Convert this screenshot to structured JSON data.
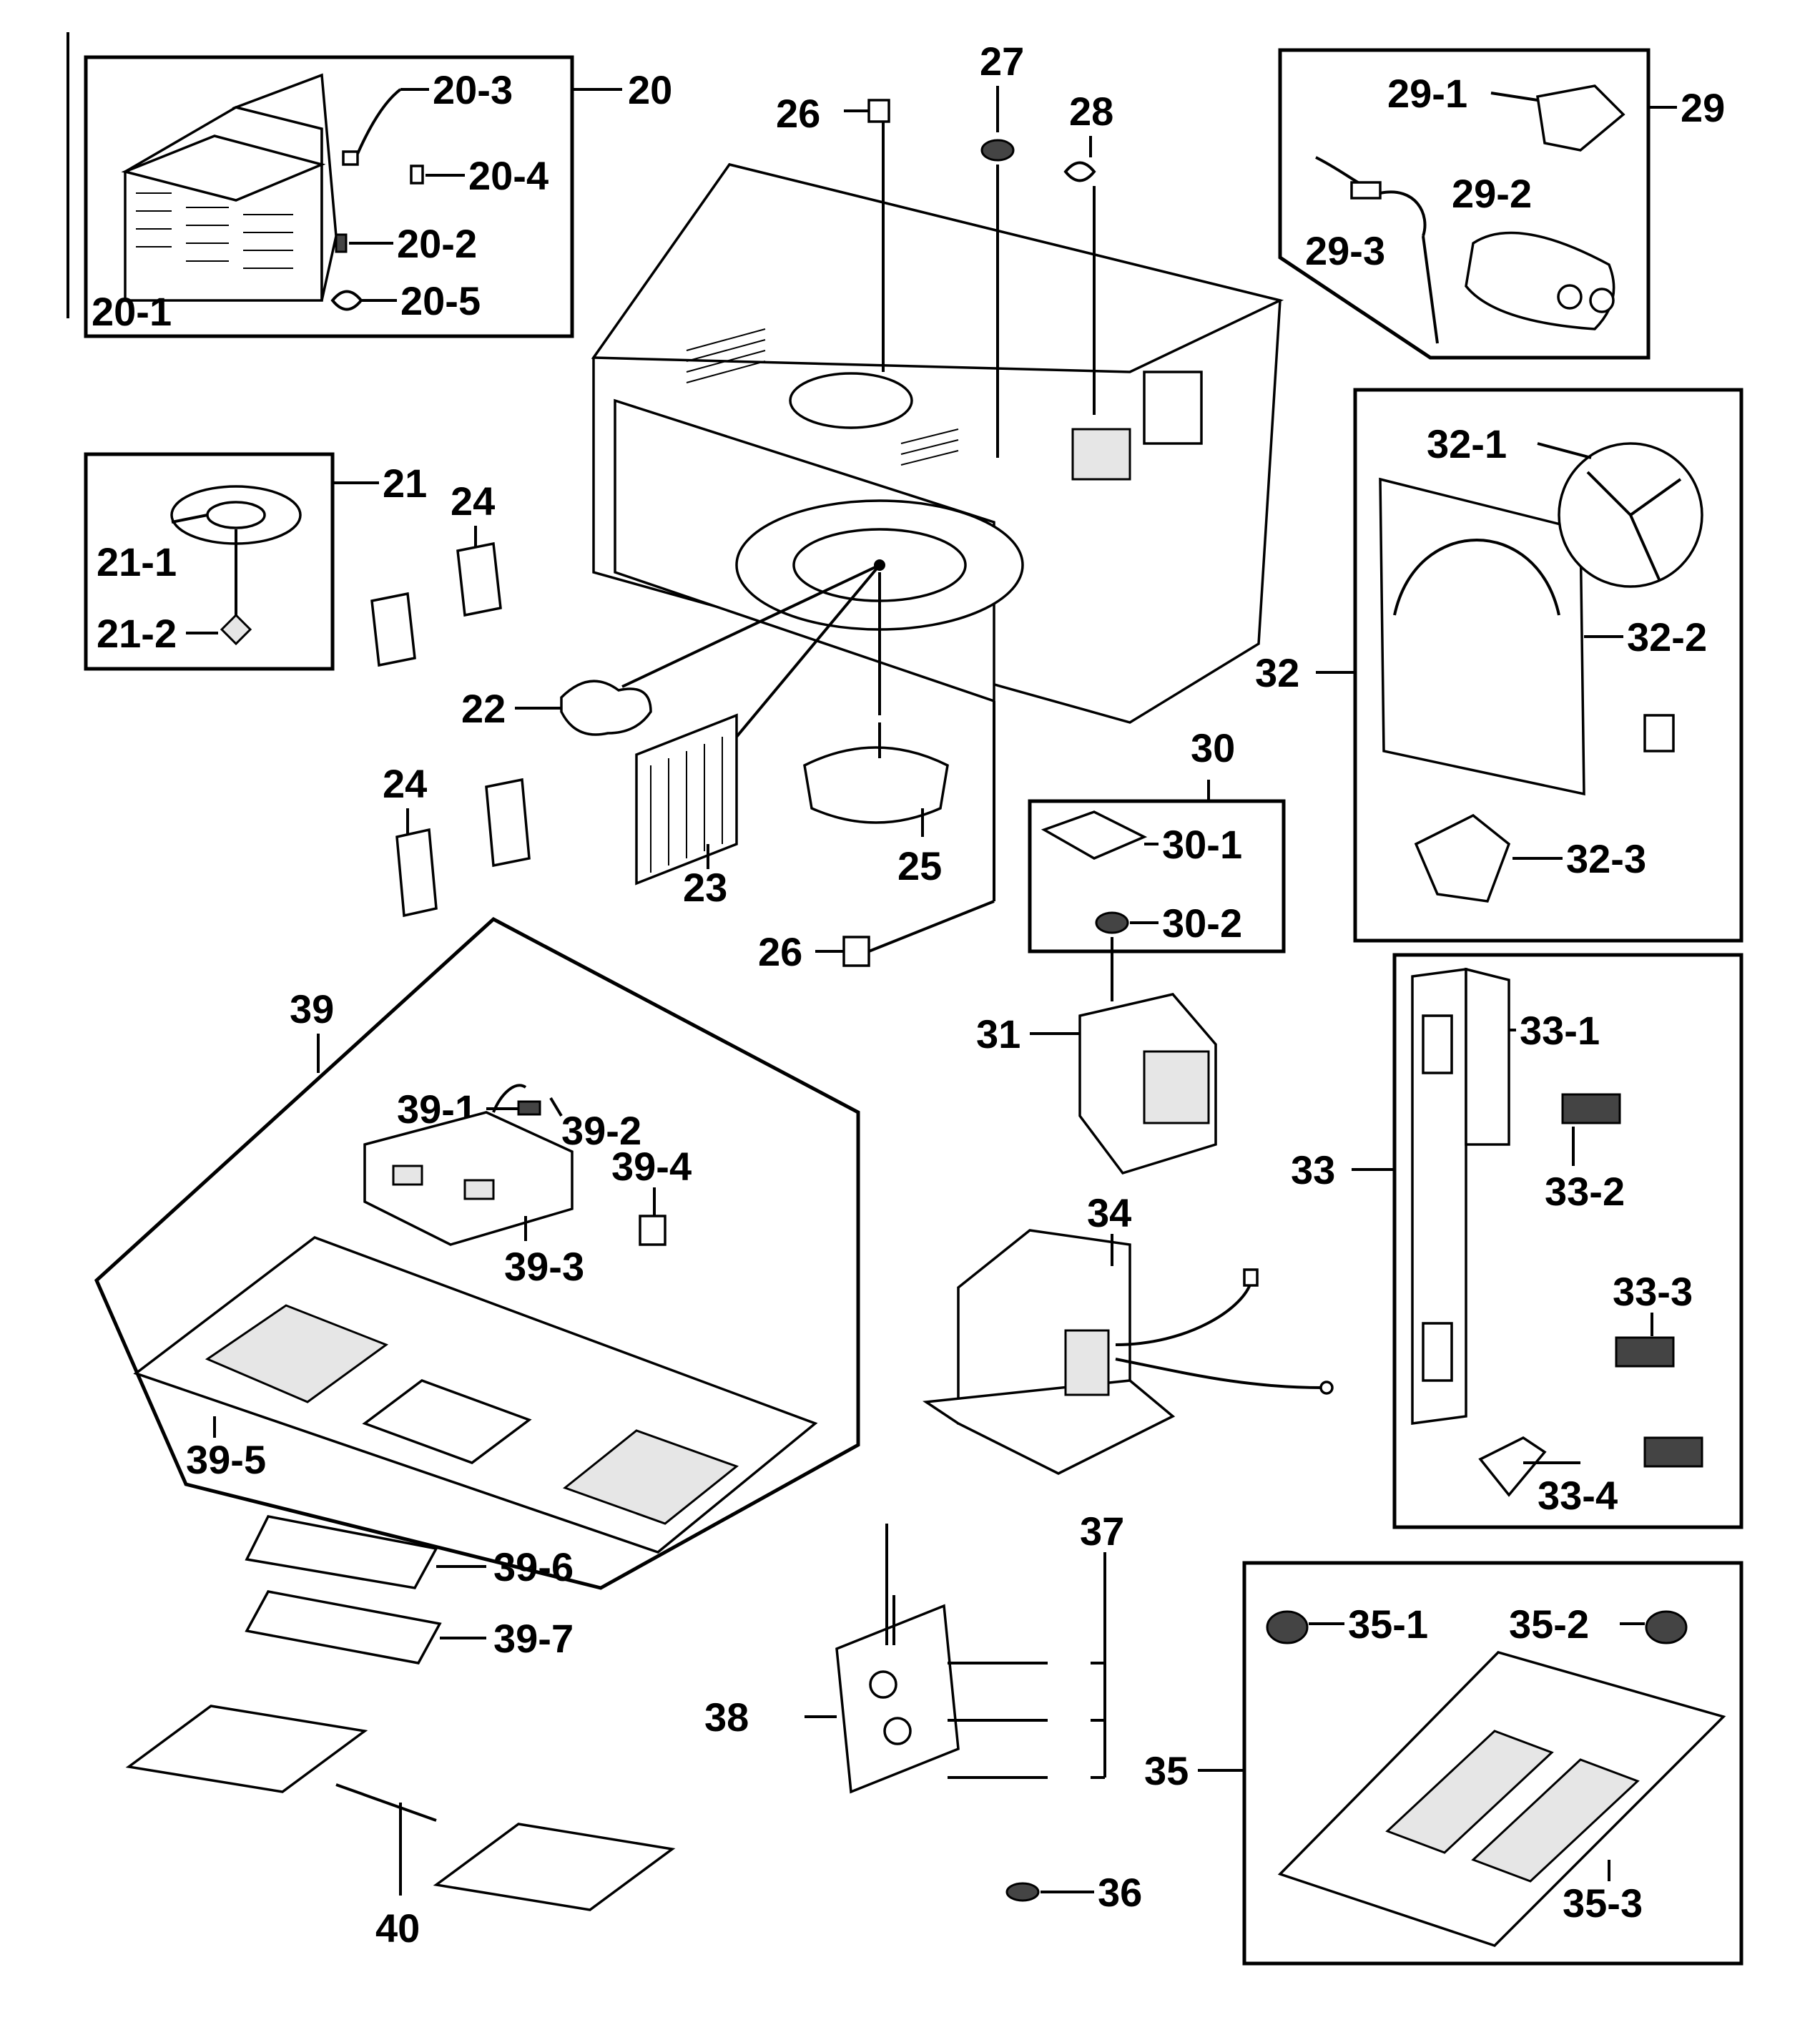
{
  "callouts": {
    "c20": "20",
    "c20_1": "20-1",
    "c20_2": "20-2",
    "c20_3": "20-3",
    "c20_4": "20-4",
    "c20_5": "20-5",
    "c21": "21",
    "c21_1": "21-1",
    "c21_2": "21-2",
    "c22": "22",
    "c23": "23",
    "c24a": "24",
    "c24b": "24",
    "c25": "25",
    "c26a": "26",
    "c26b": "26",
    "c27": "27",
    "c28": "28",
    "c29": "29",
    "c29_1": "29-1",
    "c29_2": "29-2",
    "c29_3": "29-3",
    "c30": "30",
    "c30_1": "30-1",
    "c30_2": "30-2",
    "c31": "31",
    "c32": "32",
    "c32_1": "32-1",
    "c32_2": "32-2",
    "c32_3": "32-3",
    "c33": "33",
    "c33_1": "33-1",
    "c33_2": "33-2",
    "c33_3": "33-3",
    "c33_4": "33-4",
    "c34": "34",
    "c35": "35",
    "c35_1": "35-1",
    "c35_2": "35-2",
    "c35_3": "35-3",
    "c36": "36",
    "c37": "37",
    "c38": "38",
    "c39": "39",
    "c39_1": "39-1",
    "c39_2": "39-2",
    "c39_3": "39-3",
    "c39_4": "39-4",
    "c39_5": "39-5",
    "c39_6": "39-6",
    "c39_7": "39-7",
    "c40": "40"
  }
}
